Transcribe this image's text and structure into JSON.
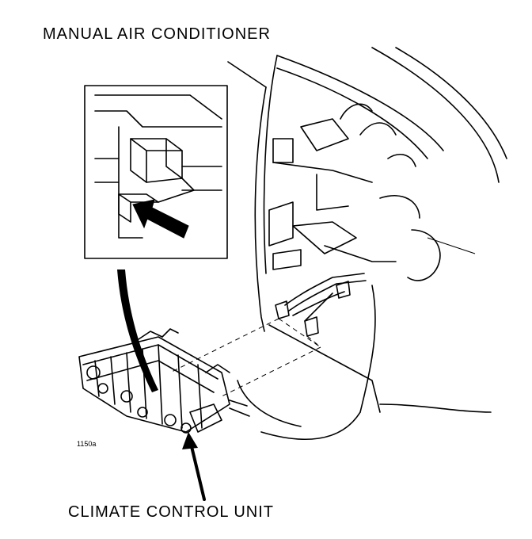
{
  "figure": {
    "title": "MANUAL AIR CONDITIONER",
    "callout": "CLIMATE CONTROL UNIT",
    "figure_code": "1150a"
  },
  "colors": {
    "line": "#000000",
    "background": "#ffffff"
  }
}
